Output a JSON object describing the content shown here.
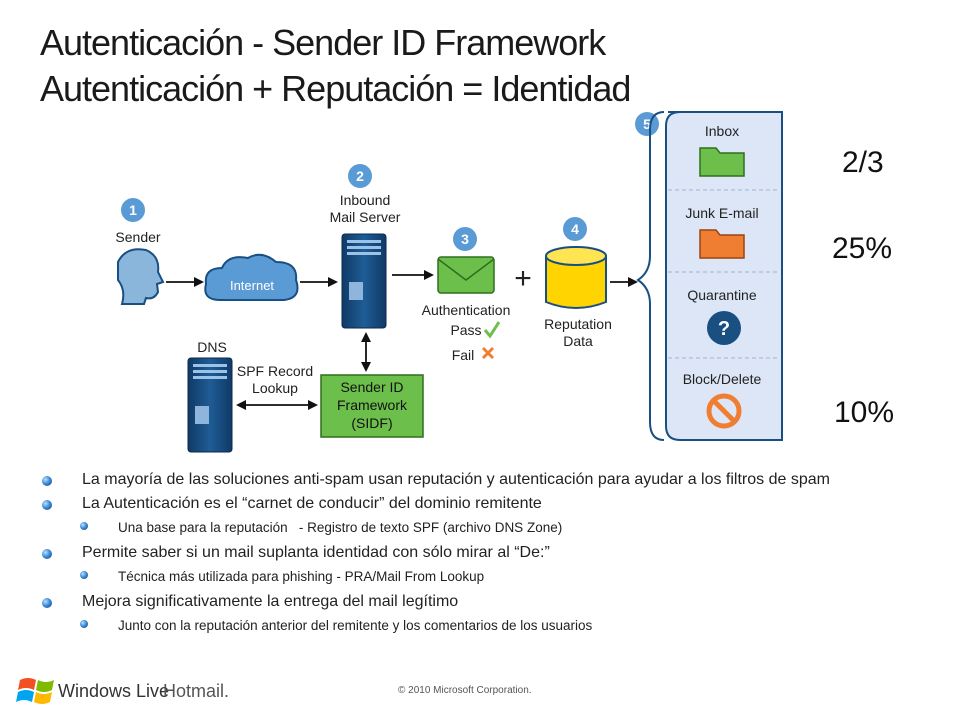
{
  "title": {
    "line1": "Autenticación - Sender ID Framework",
    "line2": "Autenticación + Reputación = Identidad"
  },
  "diagram": {
    "steps": [
      "1",
      "2",
      "3",
      "4",
      "5"
    ],
    "sender_label": "Sender",
    "internet_label": "Internet",
    "server_label_1": "Inbound",
    "server_label_2": "Mail Server",
    "auth_label": "Authentication",
    "pass_label": "Pass",
    "fail_label": "Fail",
    "plus": "+",
    "reputation_label_1": "Reputation",
    "reputation_label_2": "Data",
    "dns_label": "DNS",
    "spf_label_1": "SPF Record",
    "spf_label_2": "Lookup",
    "sidf_label_1": "Sender ID",
    "sidf_label_2": "Framework",
    "sidf_label_3": "(SIDF)",
    "dest_inbox": "Inbox",
    "dest_junk": "Junk E-mail",
    "dest_quarantine": "Quarantine",
    "dest_block": "Block/Delete",
    "colors": {
      "blue": "#1a4f82",
      "step_badge": "#5b9bd5",
      "green": "#6dbf4b",
      "orange": "#f07e32",
      "yellow": "#ffd400",
      "panel": "#dde6f7"
    }
  },
  "stats": {
    "inbox": "2/3",
    "junk": "25%",
    "block": "10%"
  },
  "bullets": [
    {
      "level": 1,
      "text": "La mayoría de las soluciones anti-spam usan reputación y autenticación para ayudar a los filtros de spam"
    },
    {
      "level": 1,
      "text": "La Autenticación es el “carnet de conducir” del dominio remitente"
    },
    {
      "level": 2,
      "text": "Una base para la reputación   - Registro de texto SPF (archivo DNS Zone)"
    },
    {
      "level": 1,
      "text": "Permite saber si un mail suplanta identidad con sólo mirar al “De:”"
    },
    {
      "level": 2,
      "text": "Técnica más utilizada para phishing - PRA/Mail From Lookup"
    },
    {
      "level": 1,
      "text": "Mejora significativamente la entrega del mail legítimo"
    },
    {
      "level": 2,
      "text": "Junto con la reputación anterior del remitente y los comentarios de los usuarios"
    }
  ],
  "footer": {
    "logo_text_1": "Windows Live",
    "logo_text_2": "Hotmail.",
    "copyright": "© 2010 Microsoft Corporation."
  }
}
